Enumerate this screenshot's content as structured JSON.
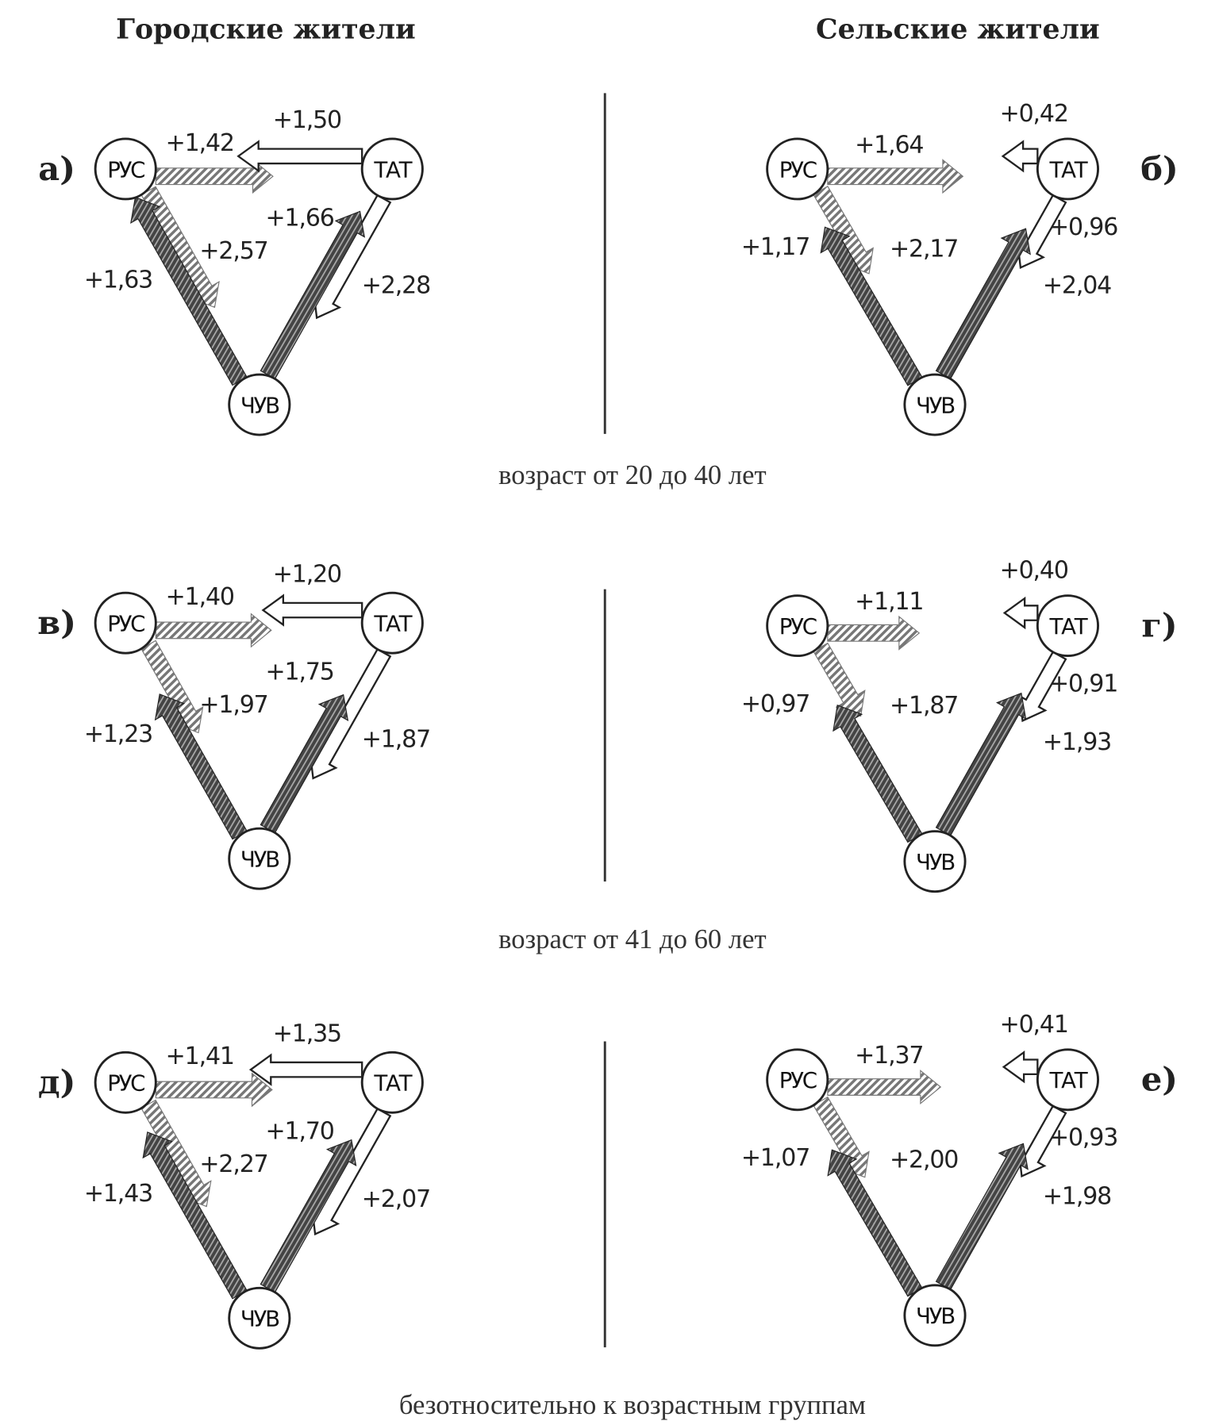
{
  "headers": {
    "urban": "Городские жители",
    "rural": "Сельские жители"
  },
  "captions": [
    "возраст от 20 до 40 лет",
    "возраст от 41 до 60 лет",
    "безотносительно к возрастным группам"
  ],
  "nodes": {
    "rus": "РУС",
    "tat": "ТАТ",
    "chuv": "ЧУВ"
  },
  "legend_styles": {
    "rus_out": "hatched",
    "tat_out": "white",
    "chuv_out": "dark"
  },
  "panels": [
    {
      "letter": "а)",
      "group": "urban",
      "age": "20-40",
      "values": {
        "rus_tat": 1.42,
        "tat_rus": 1.5,
        "tat_chuv": 1.66,
        "rus_chuv": 1.63,
        "chuv_rus": 2.57,
        "chuv_tat": 2.28
      },
      "labels": {
        "rus_tat": "+1,42",
        "tat_rus": "+1,50",
        "tat_chuv": "+1,66",
        "rus_chuv": "+1,63",
        "chuv_rus": "+2,57",
        "chuv_tat": "+2,28"
      }
    },
    {
      "letter": "б)",
      "group": "rural",
      "age": "20-40",
      "values": {
        "rus_tat": 1.64,
        "tat_rus": 0.42,
        "tat_chuv": 0.96,
        "rus_chuv": 1.17,
        "chuv_rus": 2.17,
        "chuv_tat": 2.04
      },
      "labels": {
        "rus_tat": "+1,64",
        "tat_rus": "+0,42",
        "tat_chuv": "+0,96",
        "rus_chuv": "+1,17",
        "chuv_rus": "+2,17",
        "chuv_tat": "+2,04"
      }
    },
    {
      "letter": "в)",
      "group": "urban",
      "age": "41-60",
      "values": {
        "rus_tat": 1.4,
        "tat_rus": 1.2,
        "tat_chuv": 1.75,
        "rus_chuv": 1.23,
        "chuv_rus": 1.97,
        "chuv_tat": 1.87
      },
      "labels": {
        "rus_tat": "+1,40",
        "tat_rus": "+1,20",
        "tat_chuv": "+1,75",
        "rus_chuv": "+1,23",
        "chuv_rus": "+1,97",
        "chuv_tat": "+1,87"
      }
    },
    {
      "letter": "г)",
      "group": "rural",
      "age": "41-60",
      "values": {
        "rus_tat": 1.11,
        "tat_rus": 0.4,
        "tat_chuv": 0.91,
        "rus_chuv": 0.97,
        "chuv_rus": 1.87,
        "chuv_tat": 1.93
      },
      "labels": {
        "rus_tat": "+1,11",
        "tat_rus": "+0,40",
        "tat_chuv": "+0,91",
        "rus_chuv": "+0,97",
        "chuv_rus": "+1,87",
        "chuv_tat": "+1,93"
      }
    },
    {
      "letter": "д)",
      "group": "urban",
      "age": "all",
      "values": {
        "rus_tat": 1.41,
        "tat_rus": 1.35,
        "tat_chuv": 1.7,
        "rus_chuv": 1.43,
        "chuv_rus": 2.27,
        "chuv_tat": 2.07
      },
      "labels": {
        "rus_tat": "+1,41",
        "tat_rus": "+1,35",
        "tat_chuv": "+1,70",
        "rus_chuv": "+1,43",
        "chuv_rus": "+2,27",
        "chuv_tat": "+2,07"
      }
    },
    {
      "letter": "е)",
      "group": "rural",
      "age": "all",
      "values": {
        "rus_tat": 1.37,
        "tat_rus": 0.41,
        "tat_chuv": 0.93,
        "rus_chuv": 1.07,
        "chuv_rus": 2.0,
        "chuv_tat": 1.98
      },
      "labels": {
        "rus_tat": "+1,37",
        "tat_rus": "+0,41",
        "tat_chuv": "+0,93",
        "rus_chuv": "+1,07",
        "chuv_rus": "+2,00",
        "chuv_tat": "+1,98"
      }
    }
  ]
}
